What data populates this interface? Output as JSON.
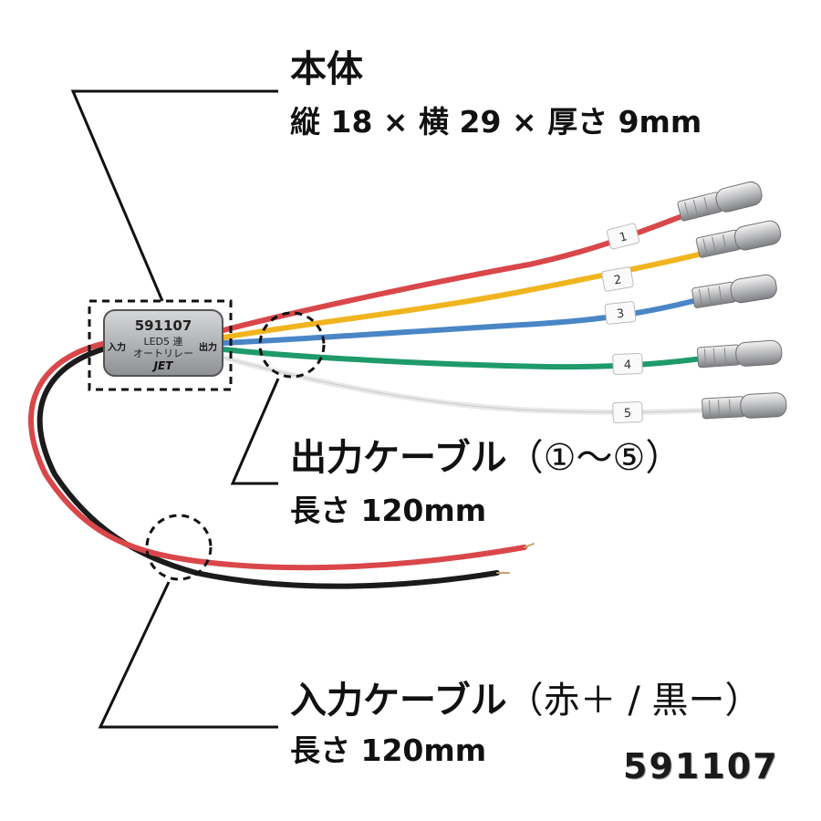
{
  "title_body": "本体",
  "body_dims": "縦 18 × 横 29 × 厚さ 9mm",
  "output_label": "出力ケーブル",
  "output_range": "（①～⑤）",
  "output_length": "長さ 120mm",
  "input_label": "入力ケーブル",
  "input_colors": "（赤＋ / 黒ー）",
  "input_length": "長さ 120mm",
  "model_number": "591107",
  "device": {
    "model": "591107",
    "line1": "LED5 連",
    "line2": "オートリレー",
    "left_label": "入力",
    "right_label": "出力",
    "brand": "JET"
  },
  "wire_tags": [
    "1",
    "2",
    "3",
    "4",
    "5"
  ],
  "colors": {
    "red": "#d9474a",
    "yellow": "#f0b41e",
    "blue": "#4a86c6",
    "green": "#1f9a6a",
    "white": "#f2f2f2",
    "black": "#1b1b1b"
  }
}
